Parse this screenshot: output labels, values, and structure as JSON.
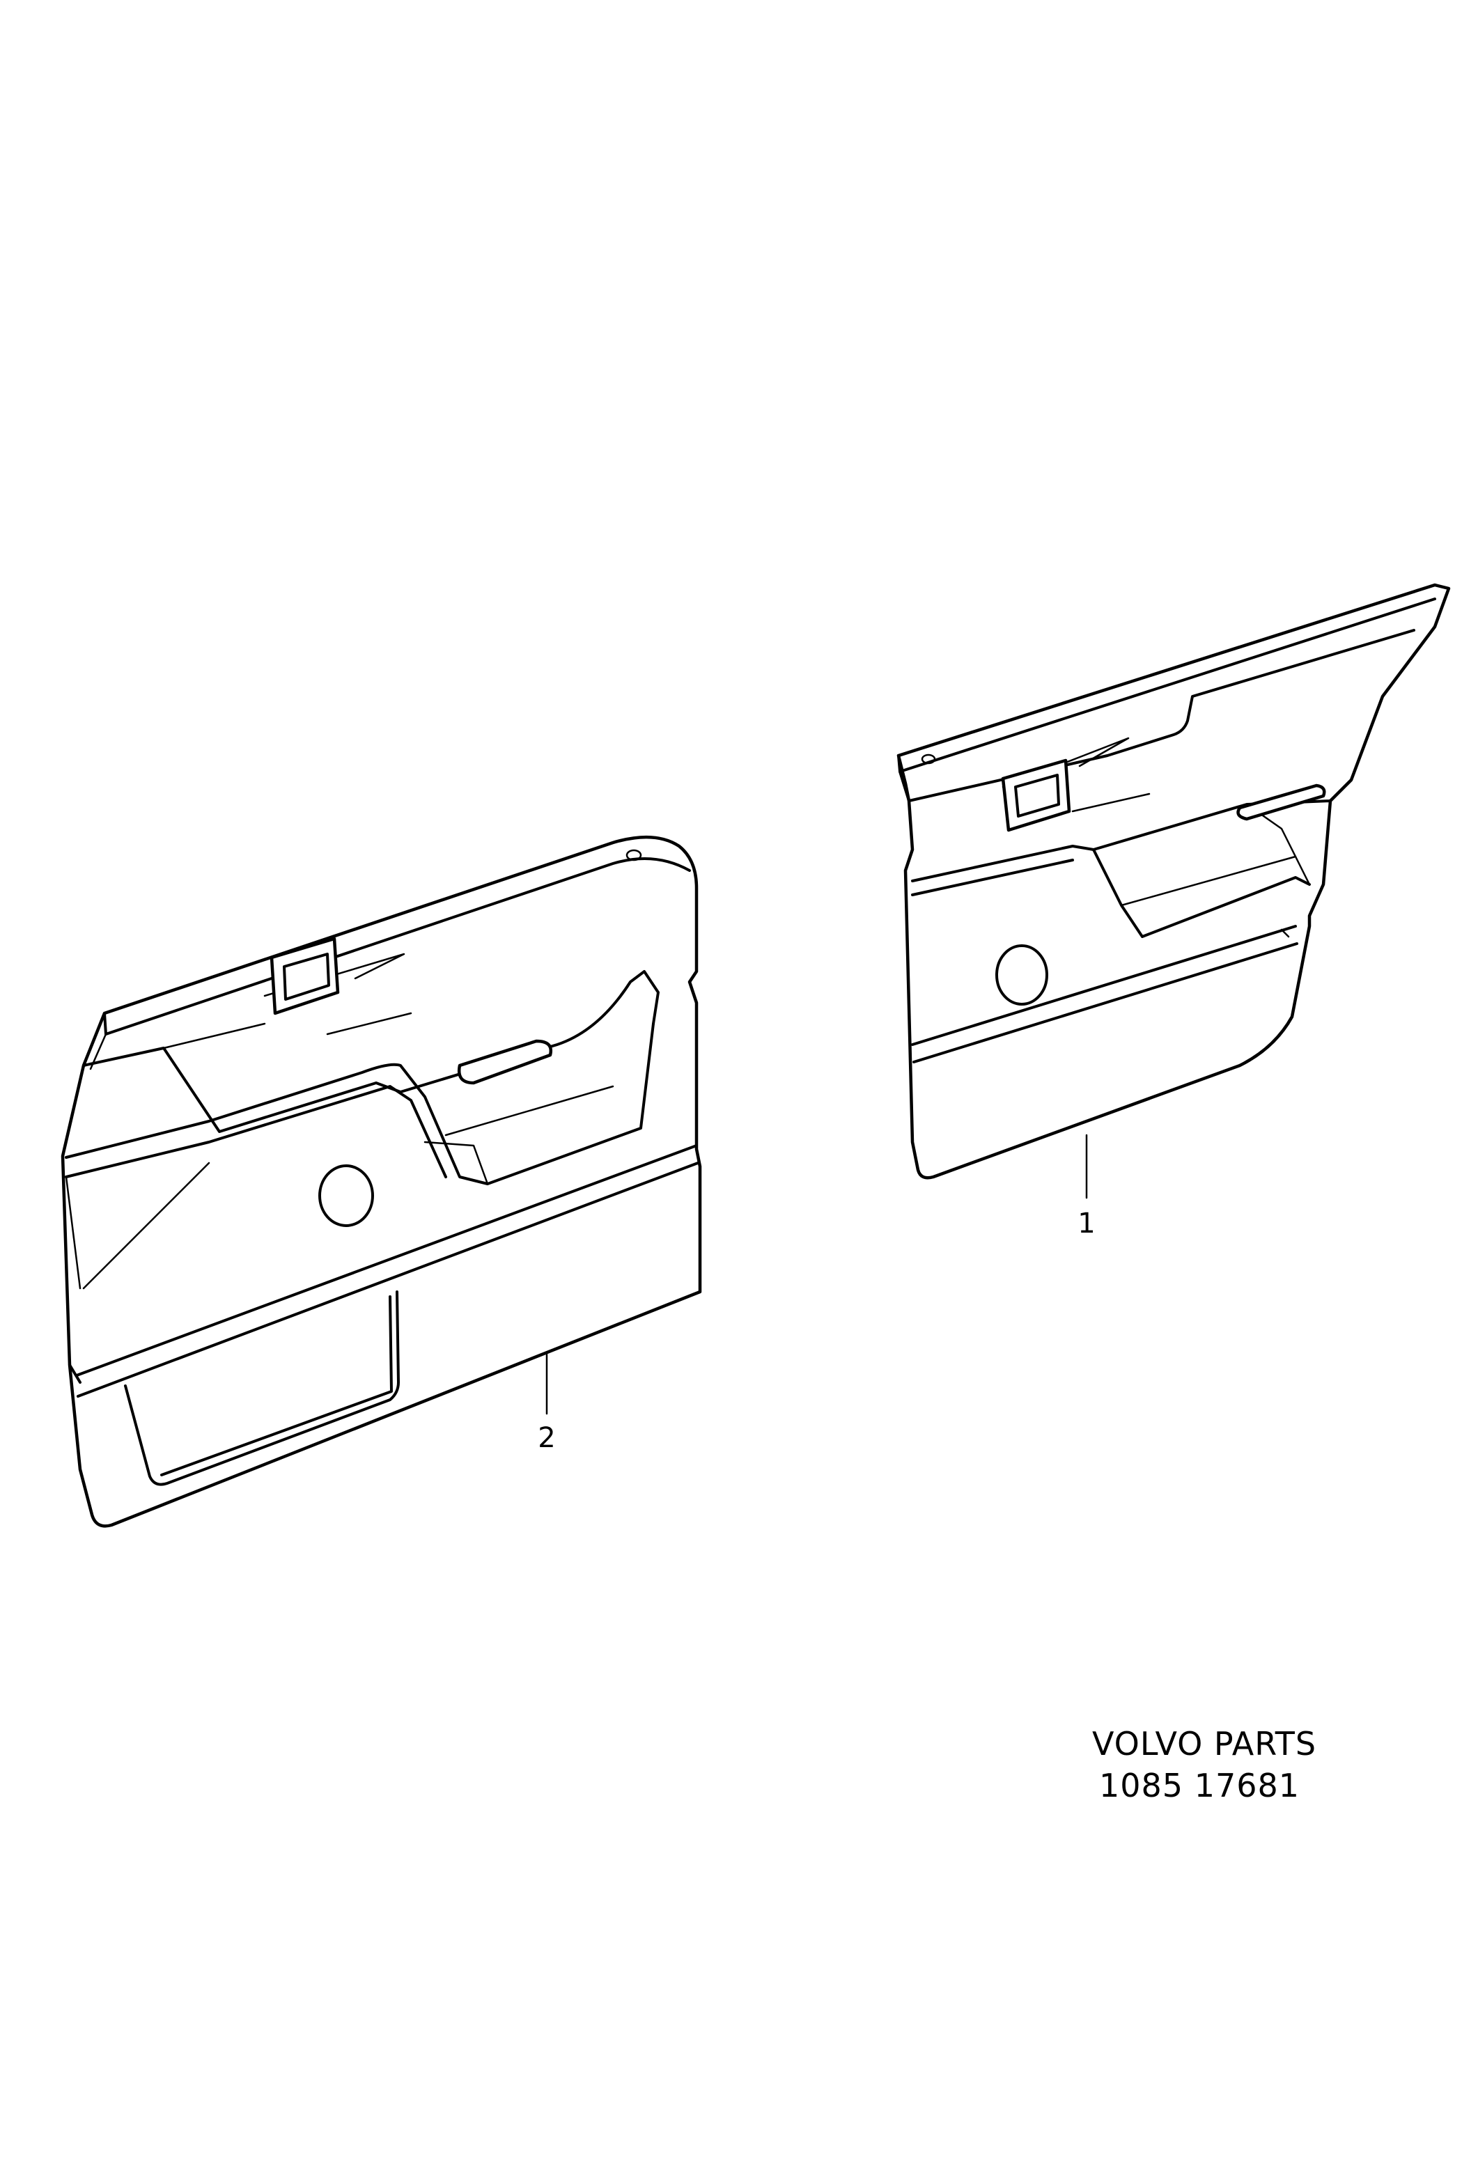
{
  "diagram": {
    "parts": [
      {
        "id": "1",
        "label": "1"
      },
      {
        "id": "2",
        "label": "2"
      }
    ],
    "caption": {
      "line1": "VOLVO PARTS",
      "line2": "1085 17681"
    }
  }
}
